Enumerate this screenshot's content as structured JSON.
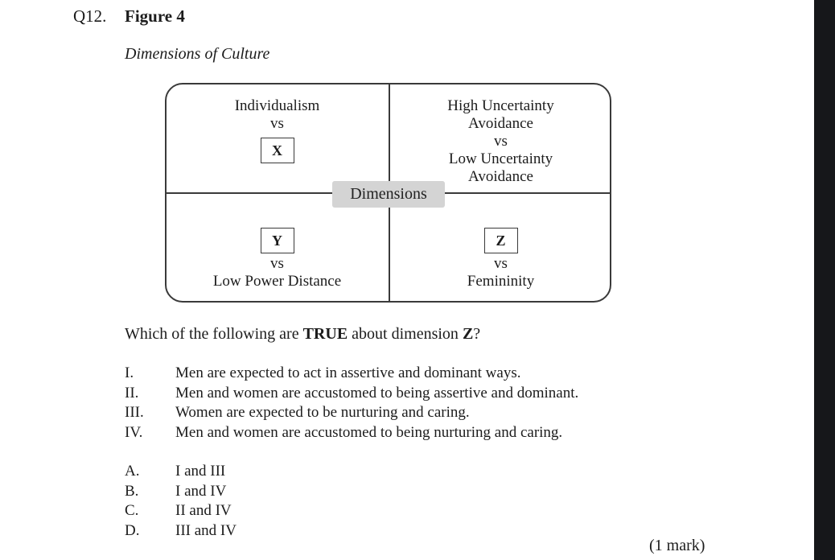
{
  "question": {
    "number": "Q12.",
    "figure_title": "Figure 4",
    "figure_caption": "Dimensions of Culture"
  },
  "diagram": {
    "center_label": "Dimensions",
    "quadrants": {
      "top_left": {
        "line1": "Individualism",
        "vs": "vs",
        "box": "X"
      },
      "top_right": {
        "line1": "High Uncertainty",
        "line2": "Avoidance",
        "vs": "vs",
        "line3": "Low Uncertainty",
        "line4": "Avoidance"
      },
      "bottom_left": {
        "box": "Y",
        "vs": "vs",
        "line1": "Low Power Distance"
      },
      "bottom_right": {
        "box": "Z",
        "vs": "vs",
        "line1": "Femininity"
      }
    }
  },
  "stem": {
    "prefix": "Which of the following are ",
    "emphasis": "TRUE",
    "middle": " about dimension ",
    "dimension": "Z",
    "suffix": "?"
  },
  "statements": [
    {
      "num": "I.",
      "text": "Men are expected to act in assertive and dominant ways."
    },
    {
      "num": "II.",
      "text": "Men and women are accustomed to being assertive and dominant."
    },
    {
      "num": "III.",
      "text": "Women are expected to be nurturing and caring."
    },
    {
      "num": "IV.",
      "text": "Men and women are accustomed to being nurturing and caring."
    }
  ],
  "options": [
    {
      "letter": "A.",
      "text": "I and III"
    },
    {
      "letter": "B.",
      "text": "I and IV"
    },
    {
      "letter": "C.",
      "text": "II and IV"
    },
    {
      "letter": "D.",
      "text": "III and IV"
    }
  ],
  "marks": "(1 mark)"
}
